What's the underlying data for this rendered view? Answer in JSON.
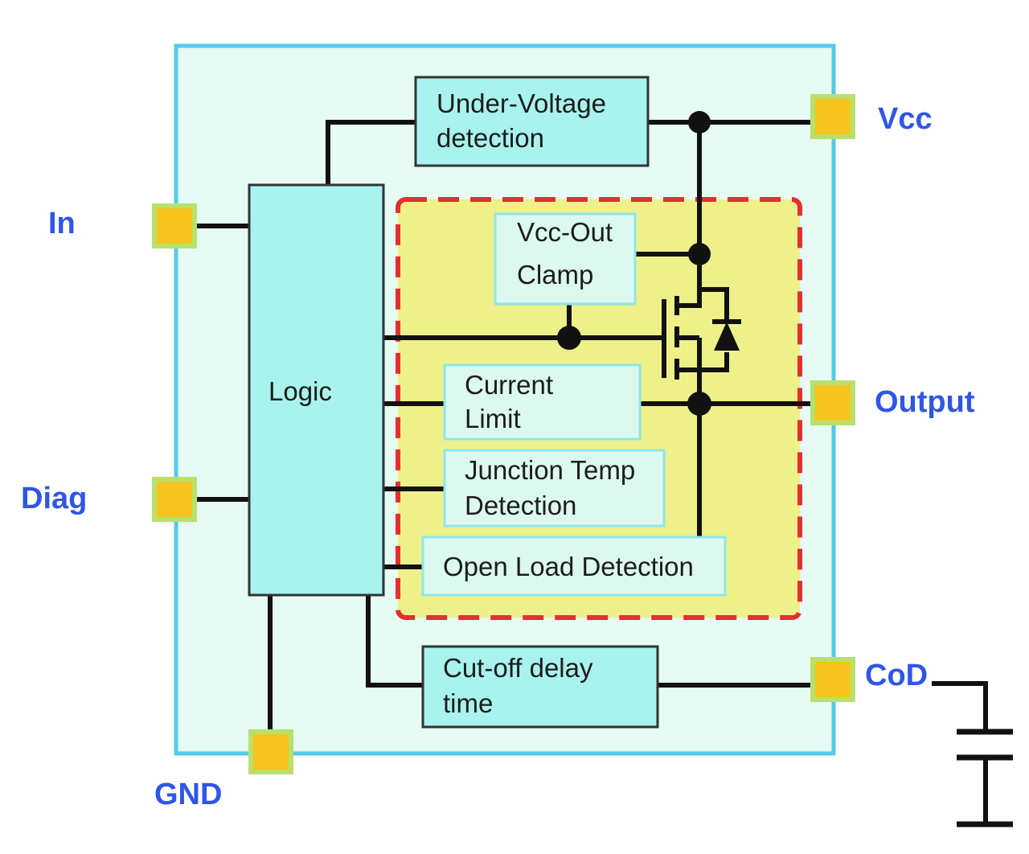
{
  "blocks": {
    "under_voltage": [
      "Under-Voltage",
      "detection"
    ],
    "logic": "Logic",
    "clamp": [
      "Vcc-Out",
      "Clamp"
    ],
    "current_limit": [
      "Current",
      "Limit"
    ],
    "junction_temp": [
      "Junction Temp",
      "Detection"
    ],
    "open_load": "Open Load Detection",
    "cutoff_delay": [
      "Cut-off delay",
      "time"
    ]
  },
  "pins": {
    "vcc": "Vcc",
    "in": "In",
    "output": "Output",
    "diag": "Diag",
    "cod": "CoD",
    "gnd": "GND"
  },
  "colors": {
    "chip_fill": "#e5fbf4",
    "chip_border": "#55c9e8",
    "block_fill": "#a8f3ee",
    "block_border": "#333333",
    "inner_block_fill": "#dcf9f0",
    "inner_block_border": "#8fe6e6",
    "protection_fill": "#eef08a",
    "protection_border": "#e23030",
    "pad_fill": "#f7c31e",
    "pad_border": "#b9e06b",
    "pin_label": "#2f56e6"
  }
}
